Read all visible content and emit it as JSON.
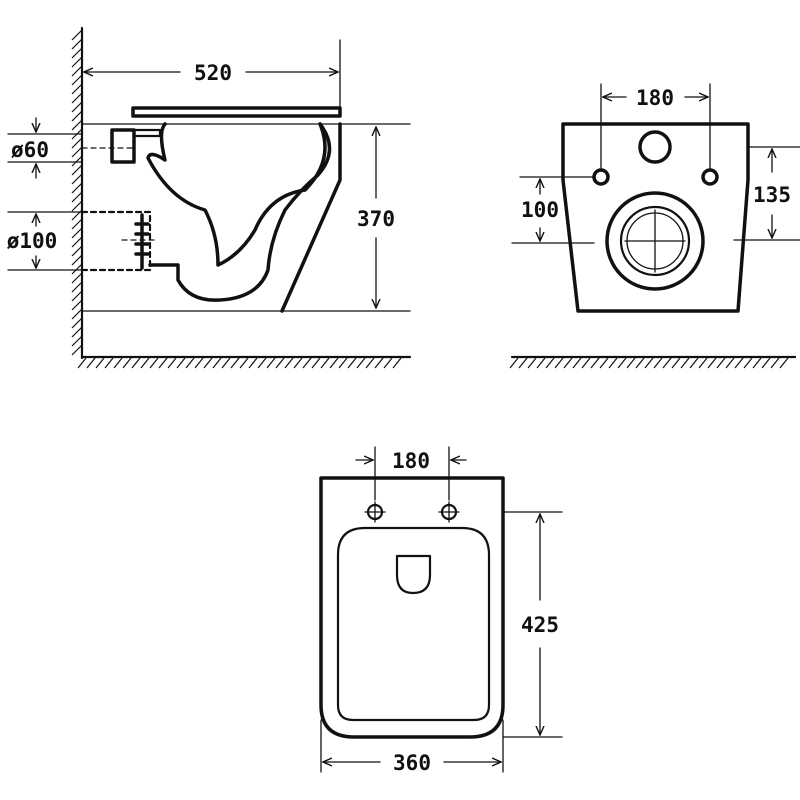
{
  "side_view": {
    "width_label": "520",
    "height_label": "370",
    "inlet_label": "ø60",
    "outlet_label": "ø100"
  },
  "rear_view": {
    "bolt_spacing_label": "180",
    "outlet_height_label": "100",
    "bolt_height_label": "135"
  },
  "top_view": {
    "bolt_spacing_label": "180",
    "depth_label": "425",
    "width_label": "360"
  },
  "colors": {
    "line": "#111111",
    "background": "#ffffff"
  }
}
